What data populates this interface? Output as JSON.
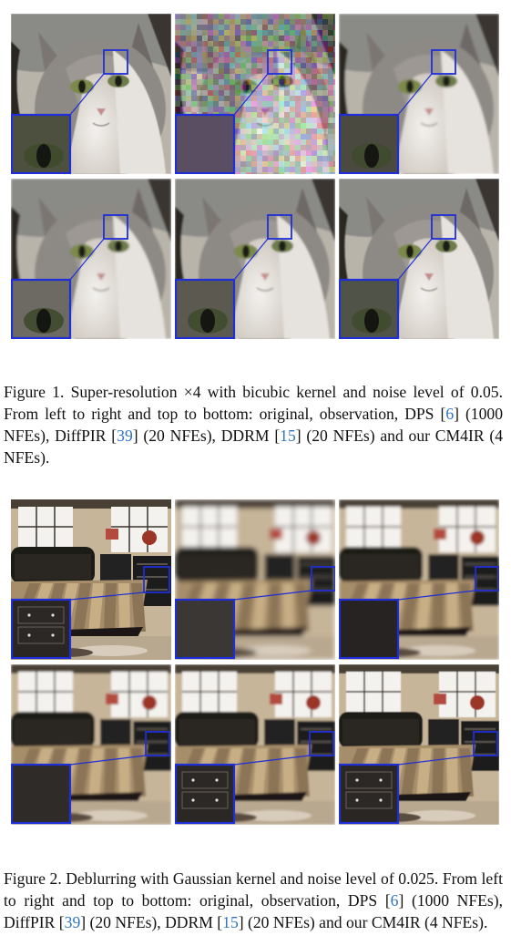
{
  "figure1": {
    "caption_parts": [
      {
        "text": "Figure 1. Super-resolution "
      },
      {
        "text": "×4"
      },
      {
        "text": " with bicubic kernel and noise level of 0.05. From left to right and top to bottom: original, observation, DPS "
      },
      {
        "text": "[",
        "cite_open": true
      },
      {
        "text": "6",
        "cite": true
      },
      {
        "text": "] (1000 NFEs), DiffPIR "
      },
      {
        "text": "[",
        "cite_open": true
      },
      {
        "text": "39",
        "cite": true
      },
      {
        "text": "] (20 NFEs), DDRM "
      },
      {
        "text": "[",
        "cite_open": true
      },
      {
        "text": "15",
        "cite": true
      },
      {
        "text": "] (20 NFEs) and our CM4IR (4 NFEs)."
      }
    ],
    "panels": [
      "original",
      "observation",
      "DPS",
      "DiffPIR",
      "DDRM",
      "CM4IR"
    ]
  },
  "figure2": {
    "caption_parts": [
      {
        "text": "Figure 2.  Deblurring with Gaussian kernel and noise level of 0.025.  From left to right and top to bottom: original, observation, DPS "
      },
      {
        "text": "[",
        "cite_open": true
      },
      {
        "text": "6",
        "cite": true
      },
      {
        "text": "] (1000 NFEs), DiffPIR "
      },
      {
        "text": "[",
        "cite_open": true
      },
      {
        "text": "39",
        "cite": true
      },
      {
        "text": "] (20 NFEs), DDRM "
      },
      {
        "text": "[",
        "cite_open": true
      },
      {
        "text": "15",
        "cite": true
      },
      {
        "text": "] (20 NFEs) and our CM4IR (4 NFEs)."
      }
    ],
    "panels": [
      "original",
      "observation",
      "DPS",
      "DiffPIR",
      "DDRM",
      "CM4IR"
    ]
  },
  "colors": {
    "zoom_box": "#1f2fd8",
    "citation": "#2f74c0"
  }
}
